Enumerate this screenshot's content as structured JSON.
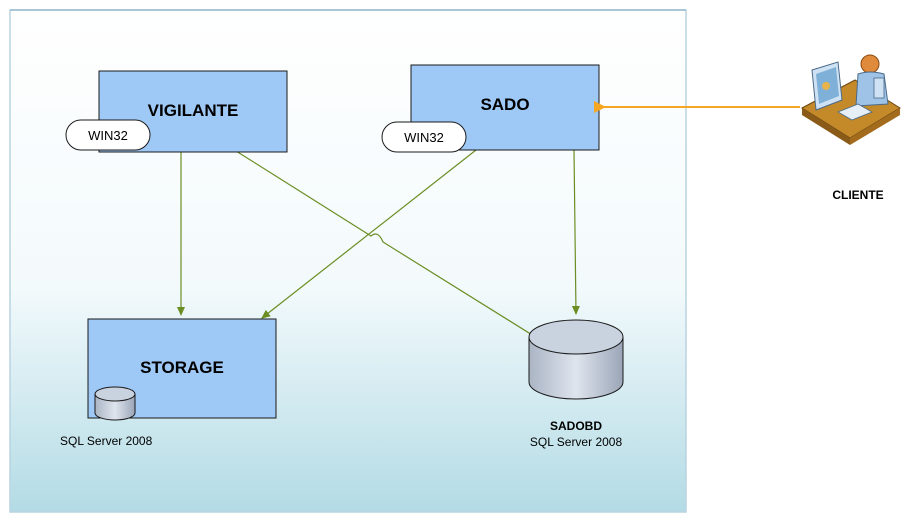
{
  "nodes": {
    "vigilante": {
      "label": "VIGILANTE",
      "badge": "WIN32"
    },
    "sado": {
      "label": "SADO",
      "badge": "WIN32"
    },
    "storage": {
      "label": "STORAGE",
      "db_caption": "SQL Server 2008"
    },
    "sadobd": {
      "label": "SADOBD",
      "caption": "SQL Server 2008"
    },
    "cliente": {
      "label": "CLIENTE"
    }
  },
  "colors": {
    "box_fill": "#9ec8f5",
    "box_stroke": "#1a1a1a",
    "connector": "#6b8e23",
    "client_arrow": "#f5a623",
    "db_fill": "#c9d2df",
    "panel_top": "#ffffff",
    "panel_bottom": "#b7dde6",
    "panel_border": "#a9c7d6"
  }
}
